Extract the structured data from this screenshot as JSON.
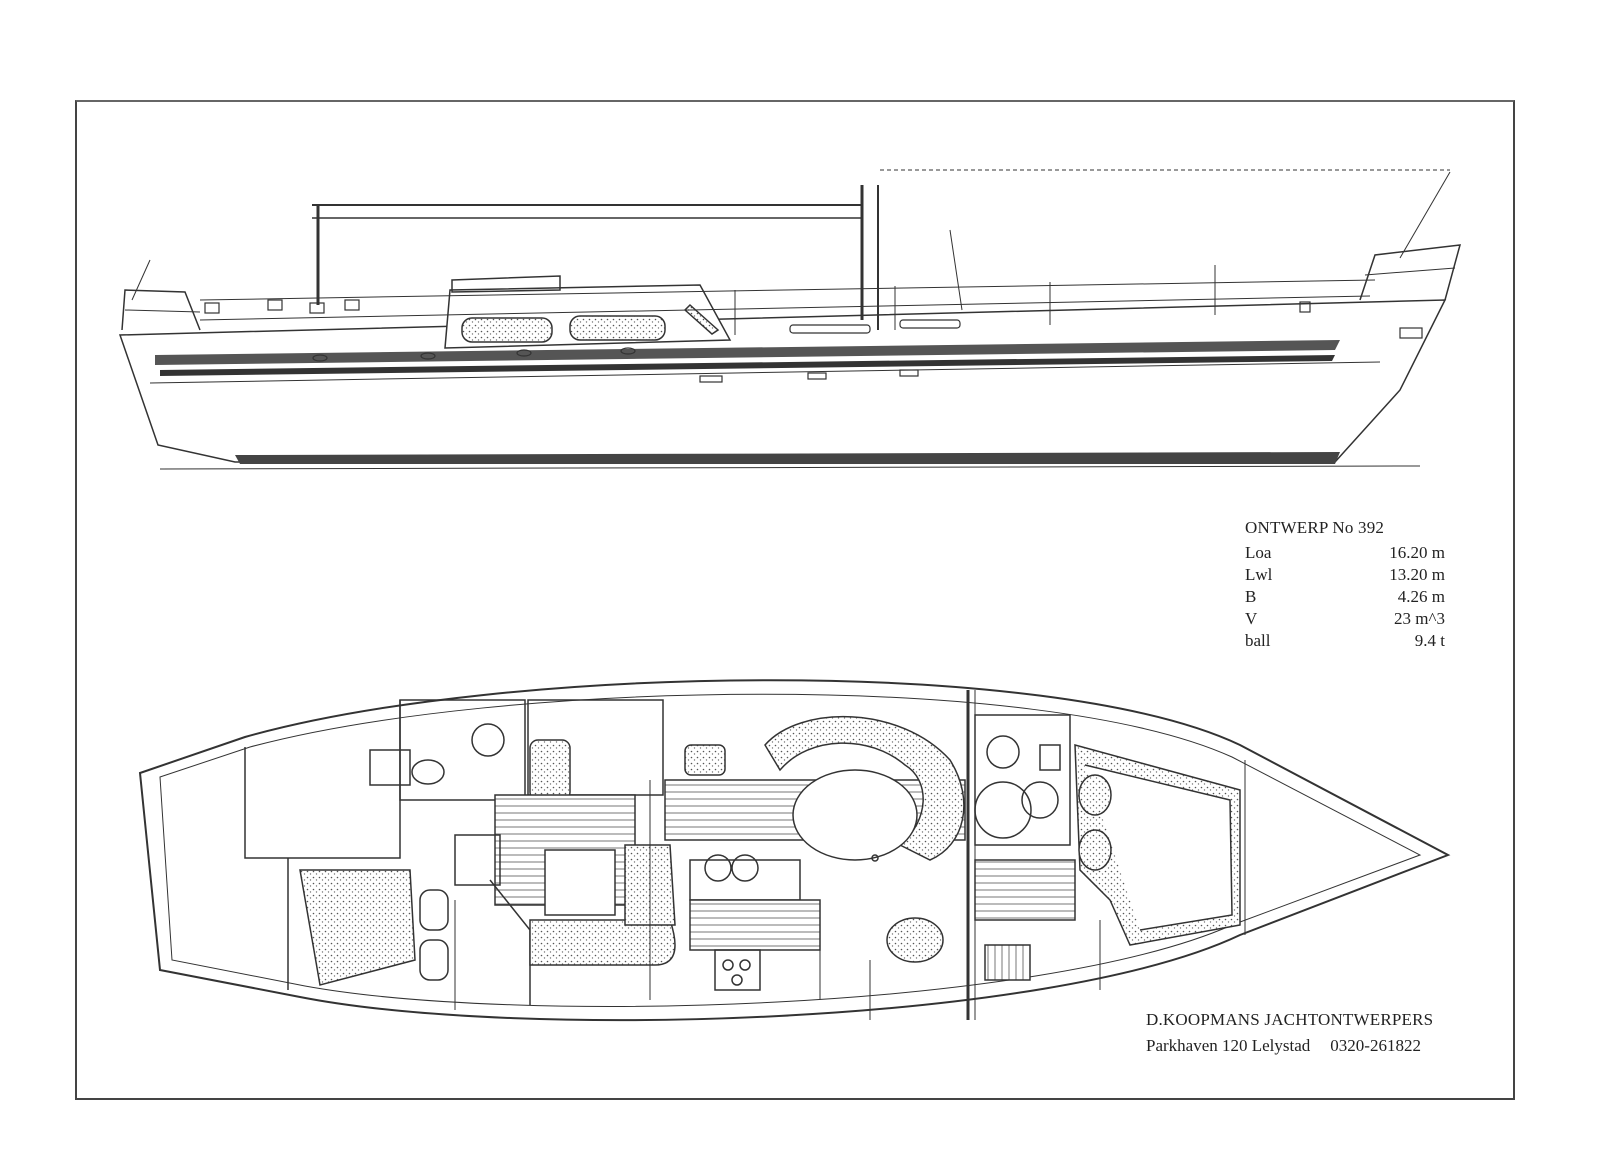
{
  "design": {
    "title": "ONTWERP No 392",
    "specs": [
      {
        "label": "Loa",
        "value": "16.20 m"
      },
      {
        "label": "Lwl",
        "value": "13.20 m"
      },
      {
        "label": "B",
        "value": "4.26 m"
      },
      {
        "label": "V",
        "value": "23 m^3"
      },
      {
        "label": "ball",
        "value": "9.4 t"
      }
    ]
  },
  "designer": {
    "name": "D.KOOPMANS JACHTONTWERPERS",
    "address": "Parkhaven 120 Lelystad",
    "phone": "0320-261822"
  },
  "colors": {
    "ink": "#333333",
    "hatch": "#555555"
  }
}
